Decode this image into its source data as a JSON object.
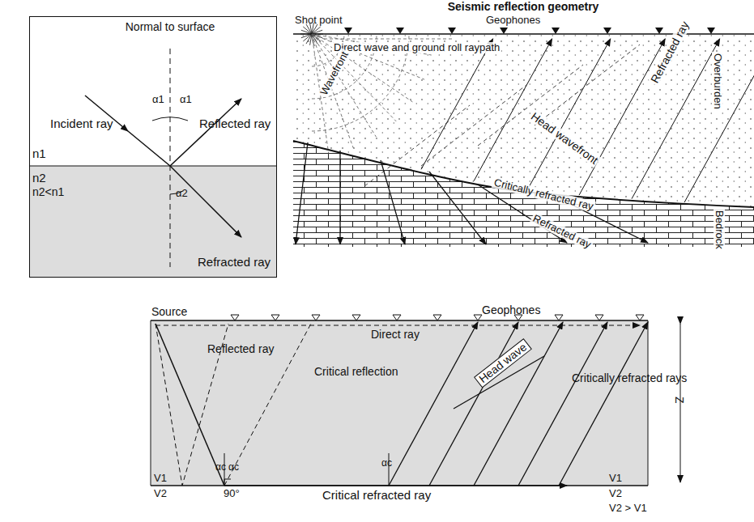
{
  "diagram": {
    "title": "Seismic reflection geometry",
    "labels": [
      "Normal to surface",
      "α1",
      "α1",
      "Incident ray",
      "Reflected ray",
      "n1",
      "n2",
      "n2<n1",
      "α2",
      "Refracted ray",
      "Shot point",
      "Geophones",
      "Direct wave and ground roll raypath",
      "Wavefront",
      "Head wavefront",
      "Refracted ray",
      "Overburden",
      "Critically refracted ray",
      "Refracted ray",
      "Bedrock",
      "Source",
      "Geophones",
      "Reflected ray",
      "Direct ray",
      "Critical reflection",
      "Head wave",
      "Critically refracted rays",
      "αc",
      "αc",
      "αc",
      "90°",
      "Critical refracted ray",
      "V1",
      "V2",
      "V1",
      "V2",
      "V2 > V1",
      "Z"
    ]
  }
}
